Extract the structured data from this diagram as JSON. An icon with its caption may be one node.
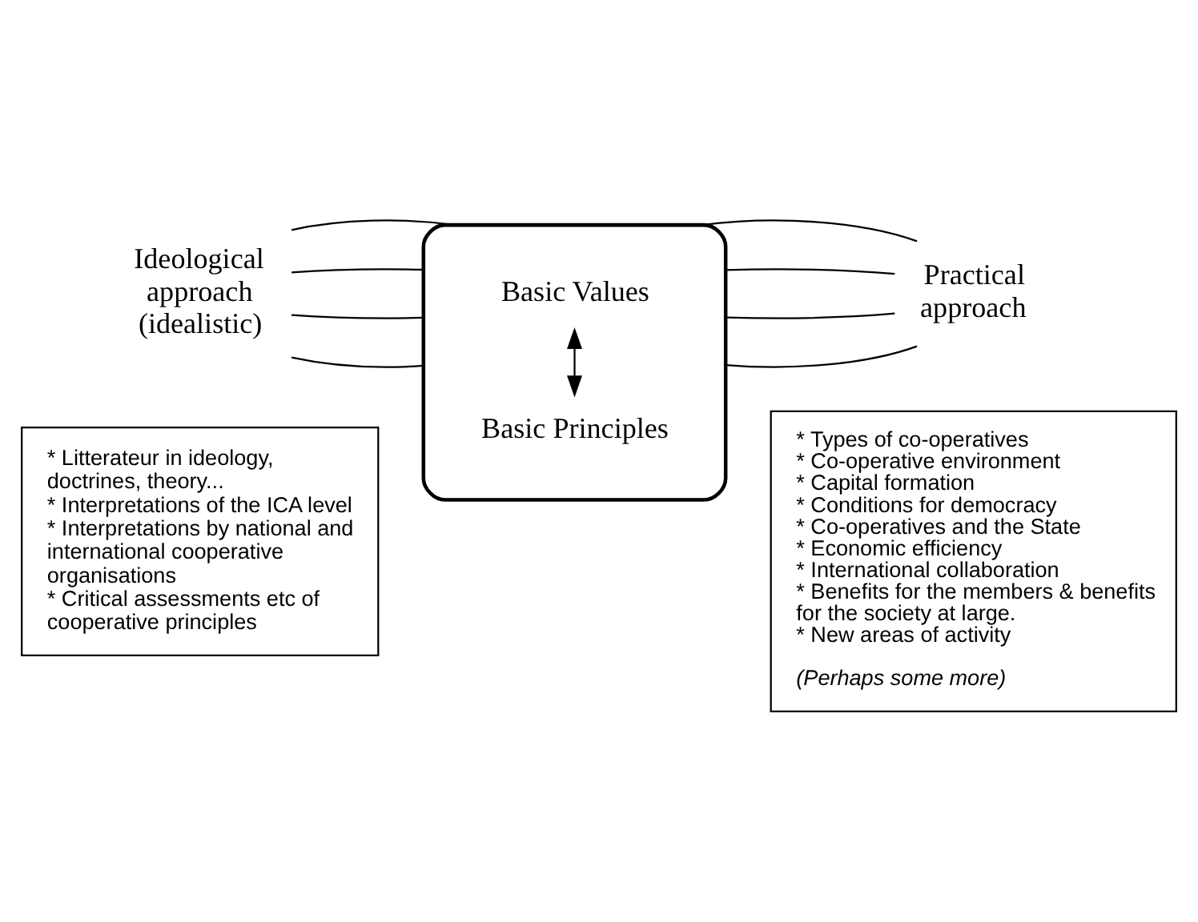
{
  "diagram": {
    "nodes": [
      {
        "text": [],
        "shape": "box"
      },
      {
        "text": [
          "Basic Values"
        ],
        "in": 0
      },
      {
        "text": [
          "Basic Principles"
        ],
        "in": 0
      },
      {
        "text": [
          "Ideological approach (idealistic)"
        ]
      },
      {
        "text": [
          "Practical approach"
        ]
      },
      {
        "text": [
          "* Litterateur in ideology, doctrines, theory...",
          "* Interpretations of the ICA level",
          "* Interpretations by national and international cooperative organisations",
          "* Critical assessments etc of cooperative principles"
        ]
      },
      {
        "text": [
          "* Types of co-operatives",
          "* Co-operative environment",
          "* Capital formation",
          "* Conditions for democracy",
          "* Co-operatives and the State",
          "* Economic efficiency",
          "* International collaboration",
          "* Benefits for the members & benefits for the society at large.",
          "* New areas of activity",
          "(Perhaps some more)"
        ]
      }
    ],
    "edges": [
      {
        "from": 1,
        "to": 2,
        "arrow": "both"
      },
      {
        "from": 3,
        "to": 0,
        "arrow": "none"
      },
      {
        "from": 3,
        "to": 0,
        "arrow": "none"
      },
      {
        "from": 3,
        "to": 0,
        "arrow": "none"
      },
      {
        "from": 3,
        "to": 0,
        "arrow": "none"
      },
      {
        "from": 0,
        "to": 4,
        "arrow": "none"
      },
      {
        "from": 0,
        "to": 4,
        "arrow": "none"
      },
      {
        "from": 0,
        "to": 4,
        "arrow": "none"
      },
      {
        "from": 0,
        "to": 4,
        "arrow": "none"
      }
    ]
  }
}
